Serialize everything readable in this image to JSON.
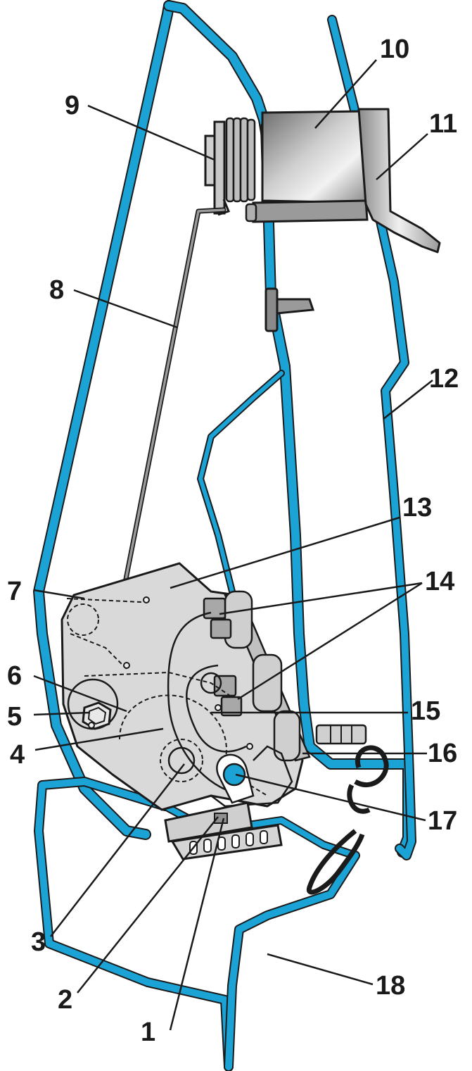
{
  "colors": {
    "panel_blue": "#1ba3d6",
    "panel_outline": "#1a1a1a",
    "lock_body": "#d9d9d9",
    "metal_dark": "#8c8c8c",
    "metal_light": "#eeeeee"
  },
  "callouts": [
    {
      "id": "1",
      "label": "1"
    },
    {
      "id": "2",
      "label": "2"
    },
    {
      "id": "3",
      "label": "3"
    },
    {
      "id": "4",
      "label": "4"
    },
    {
      "id": "5",
      "label": "5"
    },
    {
      "id": "6",
      "label": "6"
    },
    {
      "id": "7",
      "label": "7"
    },
    {
      "id": "8",
      "label": "8"
    },
    {
      "id": "9",
      "label": "9"
    },
    {
      "id": "10",
      "label": "10"
    },
    {
      "id": "11",
      "label": "11"
    },
    {
      "id": "12",
      "label": "12"
    },
    {
      "id": "13",
      "label": "13"
    },
    {
      "id": "14",
      "label": "14"
    },
    {
      "id": "15",
      "label": "15"
    },
    {
      "id": "16",
      "label": "16"
    },
    {
      "id": "17",
      "label": "17"
    },
    {
      "id": "18",
      "label": "18"
    }
  ]
}
